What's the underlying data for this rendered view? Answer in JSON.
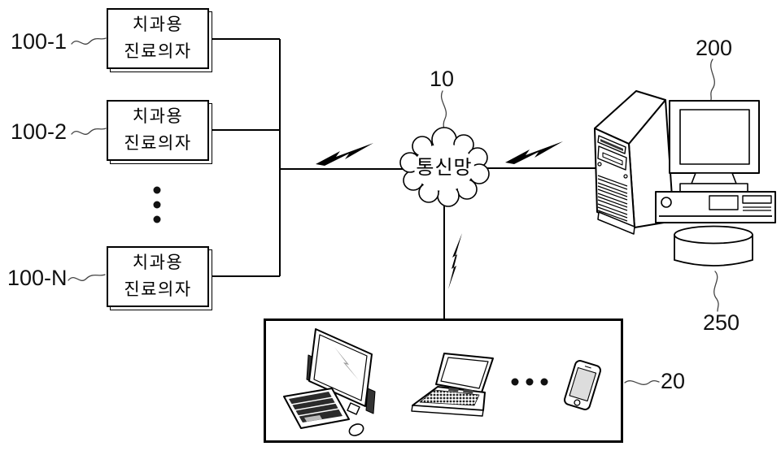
{
  "figure": {
    "background": "#ffffff",
    "line_color": "#000000"
  },
  "chair_units": {
    "items": [
      {
        "ref": "100-1",
        "label_line1": "치과용",
        "label_line2": "진료의자"
      },
      {
        "ref": "100-2",
        "label_line1": "치과용",
        "label_line2": "진료의자"
      },
      {
        "ref": "100-N",
        "label_line1": "치과용",
        "label_line2": "진료의자"
      }
    ]
  },
  "network_cloud": {
    "ref": "10",
    "label": "통신망"
  },
  "server": {
    "ref": "200"
  },
  "database": {
    "ref": "250"
  },
  "client_devices": {
    "ref": "20"
  }
}
